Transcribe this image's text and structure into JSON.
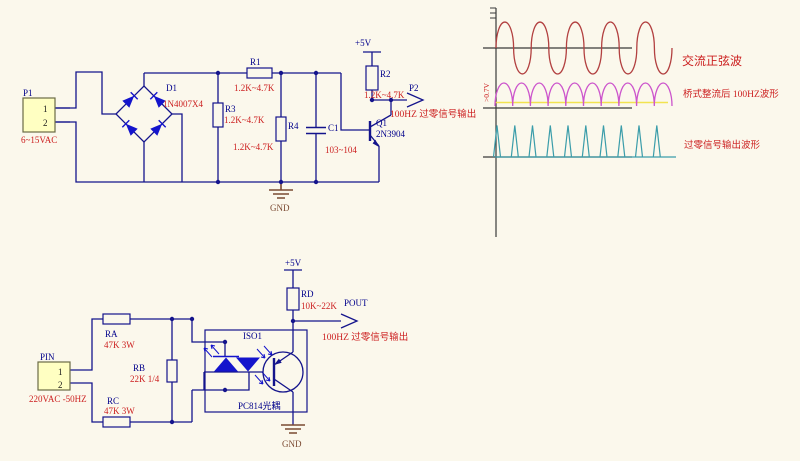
{
  "circuit1": {
    "p1_ref": "P1",
    "p1_pin1": "1",
    "p1_pin2": "2",
    "p1_value": "6~15VAC",
    "d1_ref": "D1",
    "d1_value": "1N4007X4",
    "r1_ref": "R1",
    "r1_value": "1.2K~4.7K",
    "r2_ref": "R2",
    "r2_value": "1.2K~4.7K",
    "r3_ref": "R3",
    "r3_value": "1.2K~4.7K",
    "r4_ref": "R4",
    "r4_value": "1.2K~4.7K",
    "c1_ref": "C1",
    "c1_value": "103~104",
    "q1_ref": "Q1",
    "q1_value": "2N3904",
    "p2_ref": "P2",
    "output_note": "100HZ 过零信号输出",
    "vcc": "+5V",
    "gnd": "GND"
  },
  "circuit2": {
    "pin_ref": "PIN",
    "pin_pin1": "1",
    "pin_pin2": "2",
    "pin_value": "220VAC -50HZ",
    "ra_ref": "RA",
    "ra_value": "47K 3W",
    "rb_ref": "RB",
    "rb_value": "22K 1/4",
    "rc_ref": "RC",
    "rc_value": "47K 3W",
    "rd_ref": "RD",
    "rd_value": "10K~22K",
    "iso_ref": "ISO1",
    "iso_value": "PC814光耦",
    "pout_ref": "POUT",
    "output_note": "100HZ 过零信号输出",
    "vcc": "+5V",
    "gnd": "GND"
  },
  "waveforms": {
    "label_sine": "交流正弦波",
    "label_rectified": "桥式整流后 100HZ波形",
    "label_pulses": "过零信号输出波形",
    "threshold": ">0.7V",
    "sine_cycles": 5,
    "rectified_humps": 10,
    "pulse_count": 10
  },
  "colors": {
    "background": "#fbf8ec",
    "wire": "#14148c",
    "component_label": "#00008b",
    "value_red": "#cc2020",
    "diode_blue": "#1414cc",
    "connector_fill": "#ffffc2",
    "gnd_brown": "#7b4a32",
    "sine": "#b24040",
    "rectified": "#cc55cc",
    "threshold_line": "#f2e350",
    "pulse": "#3b9daa"
  }
}
